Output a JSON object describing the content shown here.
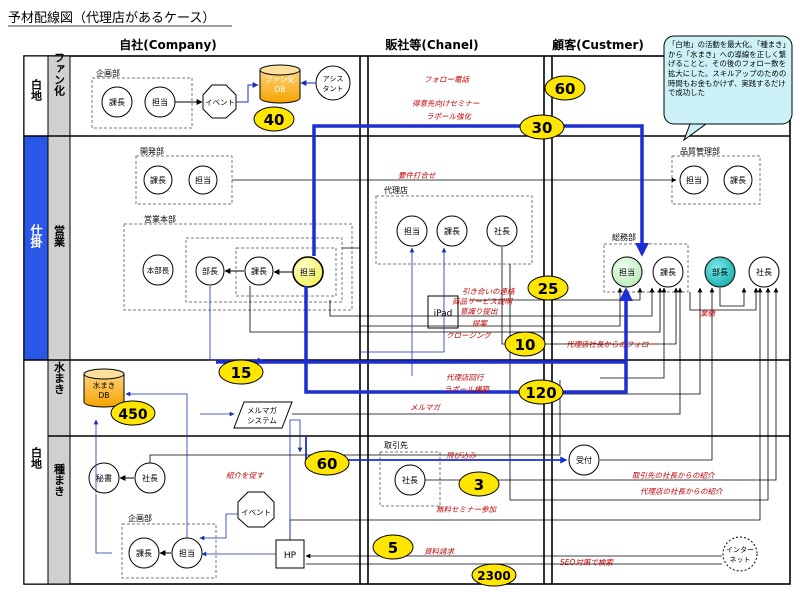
{
  "title": "予材配線図（代理店があるケース）",
  "columns": {
    "company": "自社(Company)",
    "channel": "販社等(Chanel)",
    "customer": "顧客(Custmer)"
  },
  "rows": {
    "hakuchi_top": "白地",
    "fan": "ファン化",
    "shikake": "仕掛",
    "eigyo": "営業",
    "mizumaki": "水まき",
    "hakuchi_bottom": "白地",
    "tanemaki": "種まき"
  },
  "callout": "「白地」の活動を最大化。「種まき」から「水まき」への導線を正しく繋げることと、その後のフォロー数を拡大にした。スキルアップのための時間もお金もかけず、実践するだけで成功した",
  "nodes": {
    "kikaku1_label": "企画部",
    "kacho": "課長",
    "tanto": "担当",
    "event": "イベント",
    "fan_db": "ファン化\nDB",
    "assistant": "アシス\nタント",
    "kaihatsu_label": "開発部",
    "eigyo_honbu_label": "営業本部",
    "honbucho": "本部長",
    "bucho": "部長",
    "dairiten_label": "代理店",
    "shacho": "社長",
    "ipad": "iPad",
    "hinshitsu_label": "品質管理部",
    "somu_label": "総務部",
    "mizumaki_db": "水まき\nDB",
    "melmaga": "メルマガ\nシステム",
    "hisho": "秘書",
    "torihiki_label": "取引先",
    "uketsuke": "受付",
    "kikaku2_label": "企画部",
    "hp": "HP",
    "internet": "インター\nネット"
  },
  "badges": [
    "60",
    "40",
    "30",
    "25",
    "10",
    "15",
    "120",
    "450",
    "60",
    "3",
    "5",
    "2300"
  ],
  "arrow_labels": [
    "フォロー電話",
    "得意先向けセミナー",
    "ラポール強化",
    "要件打合せ",
    "引き合いの連絡",
    "商品サービス説明",
    "意識り提出",
    "提案",
    "クロージング",
    "代理店社長からのフォロー",
    "業績",
    "代理店回行",
    "ラポール構築",
    "メルマガ",
    "紹介を促す",
    "飛び込み",
    "取引先の社長からの紹介",
    "代理店の社長からの紹介",
    "無料セミナー参加",
    "資料請求",
    "SEO対策で検索"
  ]
}
